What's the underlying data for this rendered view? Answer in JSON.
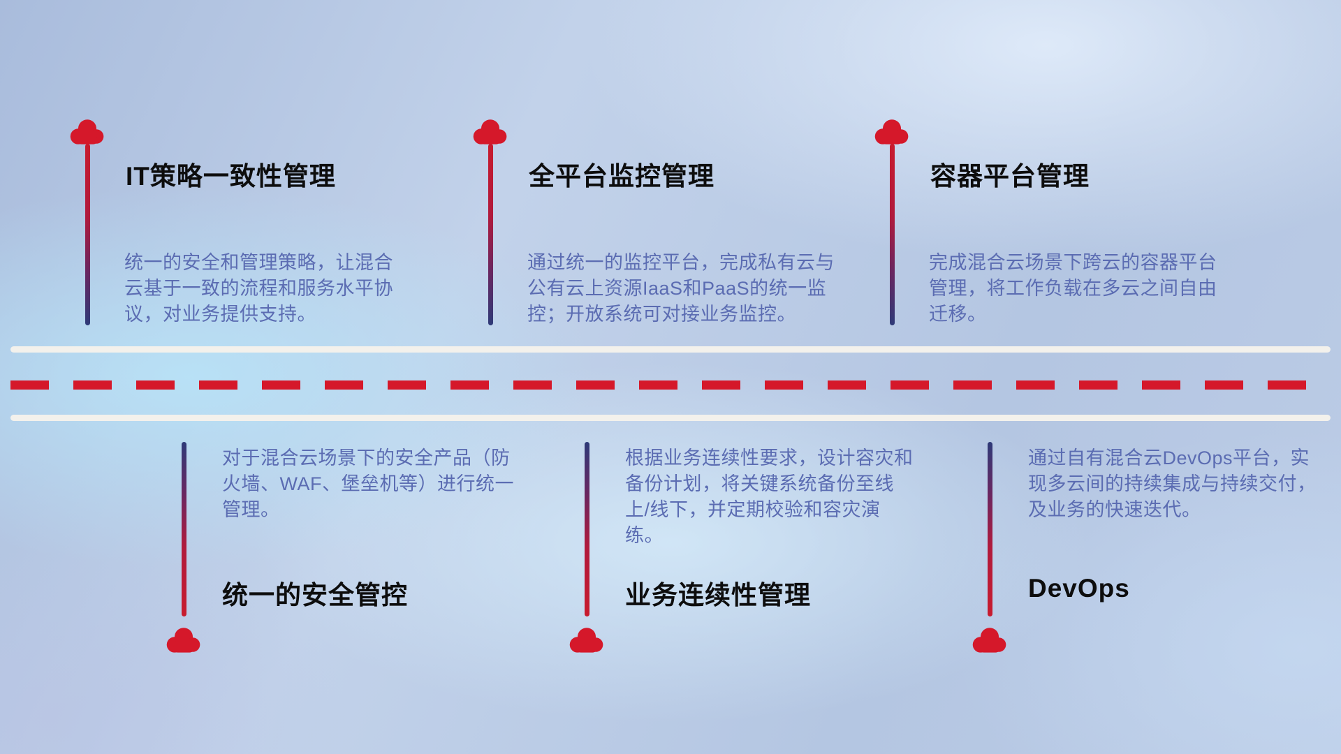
{
  "diagram": {
    "type": "hybrid-cloud-capability-roadmap",
    "colors": {
      "accent_red": "#d5182a",
      "connector_navy": "#2e3a78",
      "title_color": "#0d0d0d",
      "desc_color": "#5b6cb2",
      "road_white": "#f3f1ec",
      "background_blue": "#b8c9e3"
    }
  },
  "top_items": [
    {
      "title": "IT策略一致性管理",
      "desc": "统一的安全和管理策略，让混合云基于一致的流程和服务水平协议，对业务提供支持。"
    },
    {
      "title": "全平台监控管理",
      "desc": "通过统一的监控平台，完成私有云与公有云上资源IaaS和PaaS的统一监控；开放系统可对接业务监控。"
    },
    {
      "title": "容器平台管理",
      "desc": "完成混合云场景下跨云的容器平台管理，将工作负载在多云之间自由迁移。"
    }
  ],
  "bottom_items": [
    {
      "title": "统一的安全管控",
      "desc": "对于混合云场景下的安全产品（防火墙、WAF、堡垒机等）进行统一管理。"
    },
    {
      "title": "业务连续性管理",
      "desc": "根据业务连续性要求，设计容灾和备份计划，将关键系统备份至线上/线下，并定期校验和容灾演练。"
    },
    {
      "title": "DevOps",
      "desc": "通过自有混合云DevOps平台，实现多云间的持续集成与持续交付，及业务的快速迭代。"
    }
  ]
}
